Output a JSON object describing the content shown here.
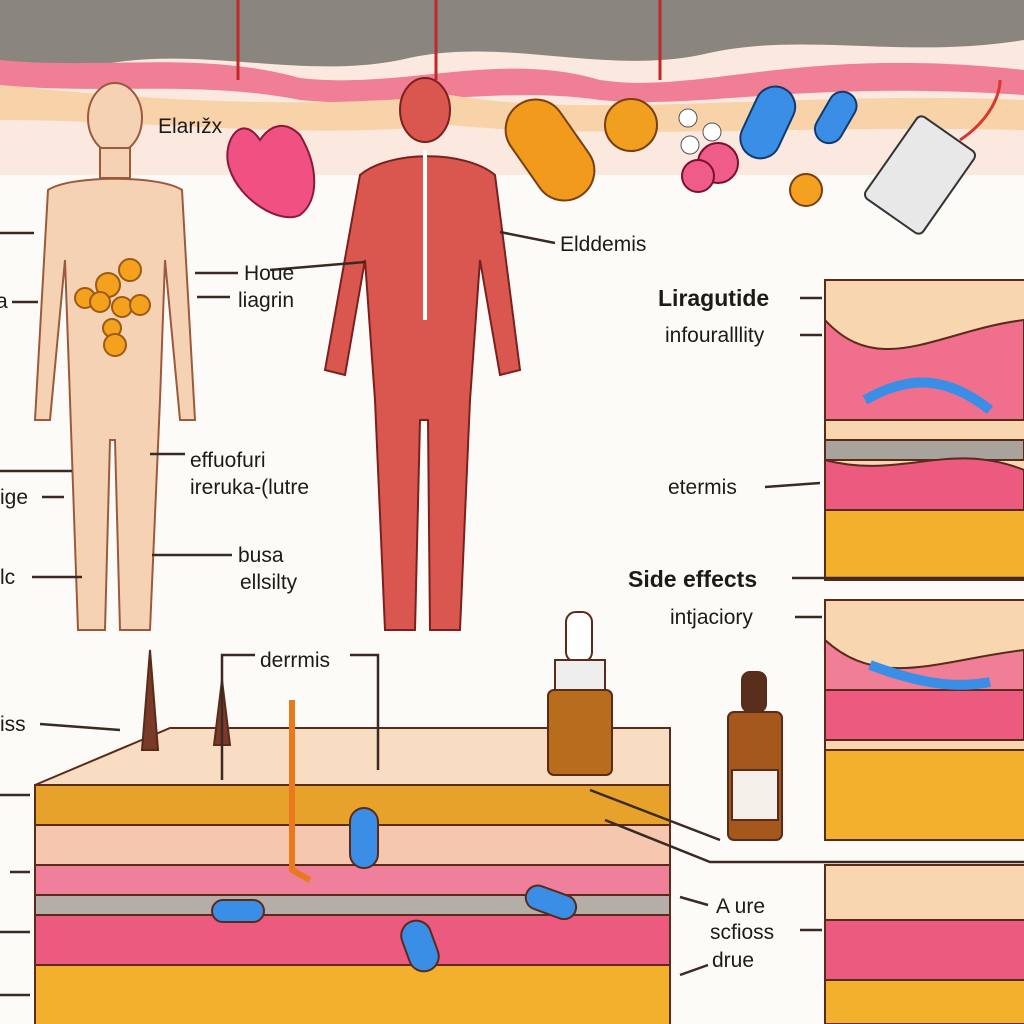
{
  "labels": {
    "top_figure": "Elarıžx",
    "houe": "Houe",
    "liagrin": "liagrin",
    "elddemis": "Elddemis",
    "effuofuri": "effuofuri",
    "ireruka": "ireruka-(lutre",
    "busa": "busa",
    "ellsilty": "ellsilty",
    "left_a": "a",
    "left_ige": "ige",
    "left_lc": "lc",
    "left_iss": "iss",
    "derrmis": "derrmis",
    "liragutide": "Liragutide",
    "infouralllity": "infouralllity",
    "etermis": "etermis",
    "side_effects": "Side effects",
    "intjaciory": "intjaciory",
    "a_ure": "A ure",
    "scfioss": "scfioss",
    "drue": "drue"
  },
  "colors": {
    "skin": "#f6d2b4",
    "muscle": "#d9574e",
    "pink_layer": "#ef6f8c",
    "fat": "#f3b02c",
    "blue_pill": "#3b8ee6",
    "orange_pill": "#f19a1c",
    "heart": "#f04f7e"
  }
}
